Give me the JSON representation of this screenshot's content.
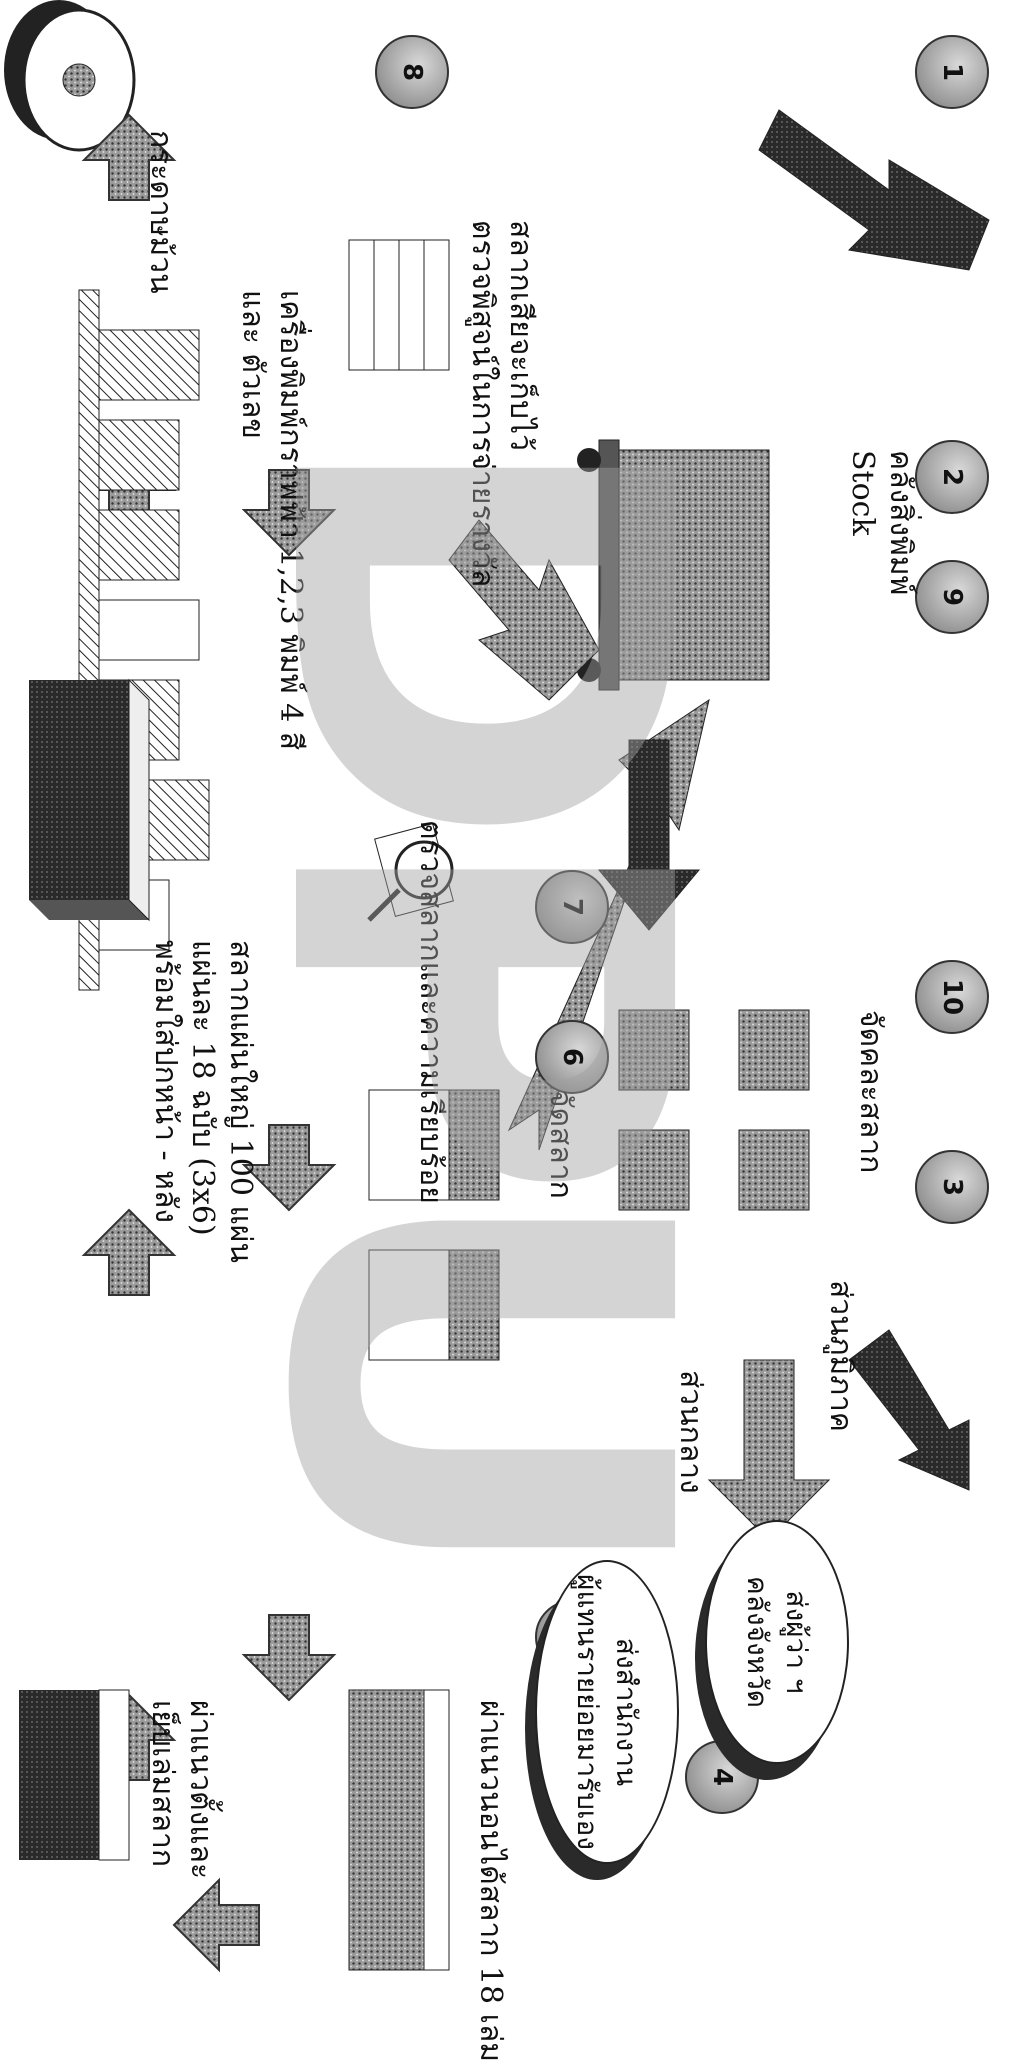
{
  "diagram": {
    "steps": [
      {
        "number": "1",
        "label_lines": [
          "กระดาษม้วน"
        ]
      },
      {
        "number": "2",
        "label_lines": [
          "เครื่องพิมพ์กราฟฟ้า 1,2,3  พิมพ์ 4 สี",
          "และ ตัวเลข"
        ]
      },
      {
        "number": "3",
        "label_lines": [
          "สลากแผ่นใหญ่ 100 แผ่น",
          "แผ่นละ 18 ฉบับ (3x6)",
          "พร้อมใส่ปกหน้า - หลัง"
        ]
      },
      {
        "number": "4",
        "label_lines": [
          "ผ่าแนวตั้งและ",
          "เย็บเล่มสลาก"
        ]
      },
      {
        "number": "5",
        "label_lines": [
          "ผ่าแนวนอนได้สลาก 18 เล่ม"
        ]
      },
      {
        "number": "6",
        "label_lines": [
          "จัดสลาก"
        ]
      },
      {
        "number": "7",
        "label_lines": [
          "ตรวจสลากและความเรียบร้อย"
        ]
      },
      {
        "number": "8",
        "label_lines": [
          "สลากเสียจะเก็บไว้",
          "ตรวจพิสูจน์ในการจ่ายรางวัล"
        ]
      },
      {
        "number": "9",
        "label_lines": [
          "คลังสิ่งพิมพ์",
          "Stock"
        ]
      },
      {
        "number": "10",
        "label_lines": [
          "จัดคละสลาก"
        ]
      }
    ],
    "distribution": [
      {
        "arrow_label": "ส่วนกลาง",
        "oval_lines": [
          "ส่งสำนักงาน",
          "ผู้แทนรายย่อยมารับเอง"
        ]
      },
      {
        "arrow_label": "ส่วนภูมิภาค",
        "oval_lines": [
          "ส่งผู้ว่า ฯ",
          "คลังจังหวัด"
        ]
      }
    ],
    "watermark": "DPU"
  }
}
